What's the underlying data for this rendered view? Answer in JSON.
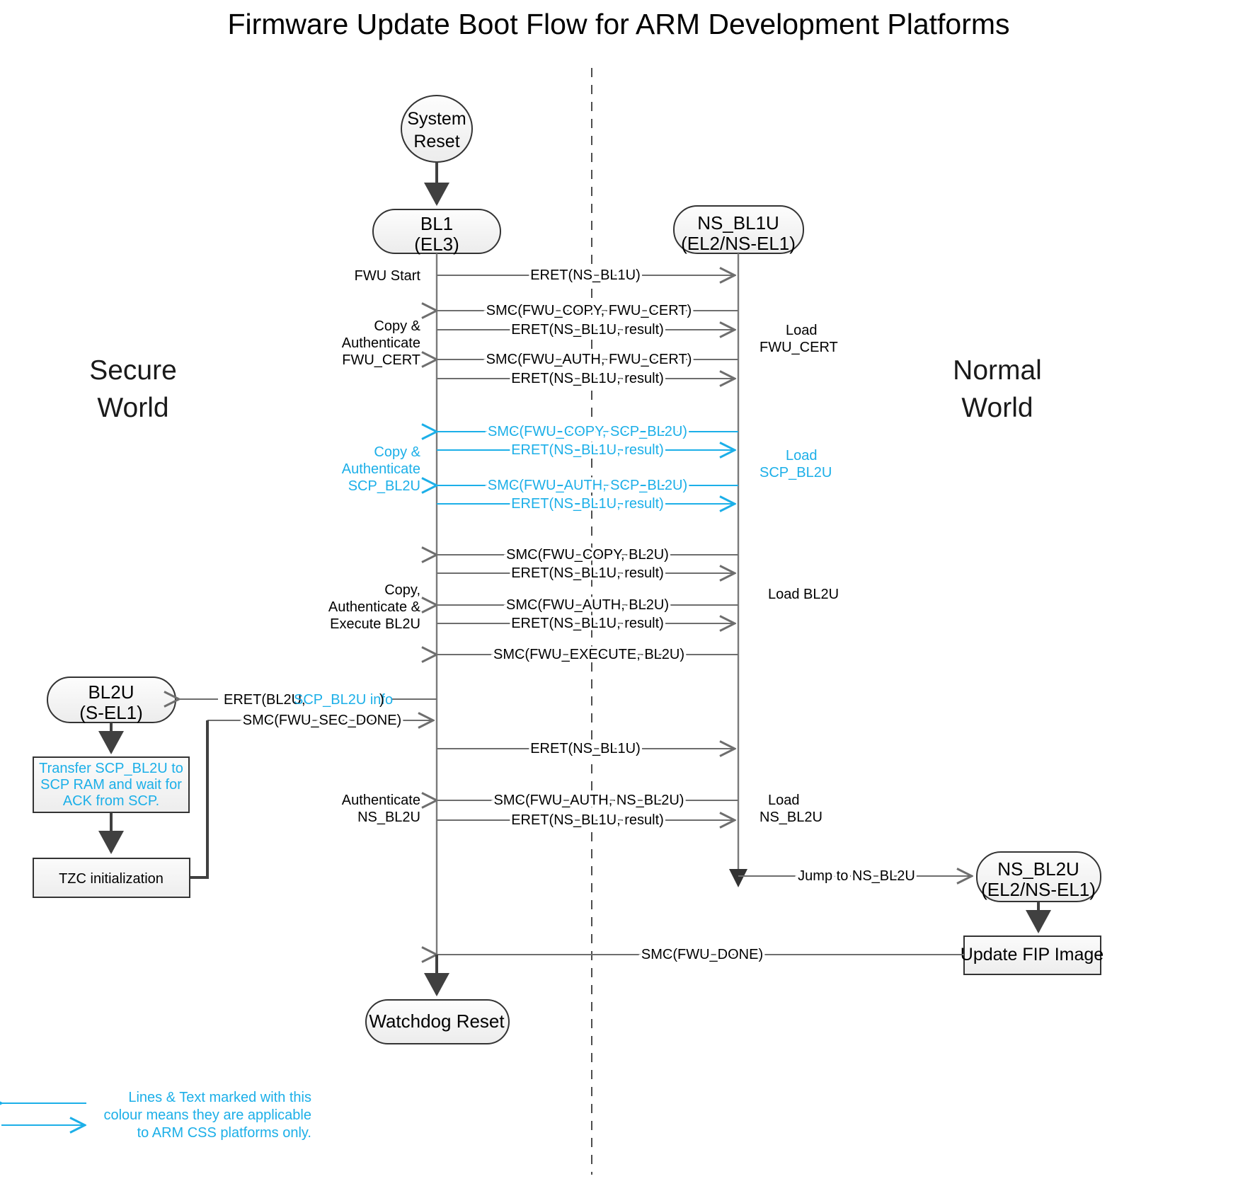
{
  "title": "Firmware Update Boot Flow for ARM Development Platforms",
  "worlds": {
    "secure": "Secure\nWorld",
    "secure_line1": "Secure",
    "secure_line2": "World",
    "normal_line1": "Normal",
    "normal_line2": "World"
  },
  "colors": {
    "accent_cyan": "#1CAFE8",
    "line_gray": "#6e6e6e",
    "flow_dark": "#404040",
    "node_fill": "#f4f4f4",
    "text_black": "#000000"
  },
  "nodes": {
    "system_reset": {
      "line1": "System",
      "line2": "Reset"
    },
    "bl1": {
      "line1": "BL1",
      "line2": "(EL3)"
    },
    "ns_bl1u": {
      "line1": "NS_BL1U",
      "line2": "(EL2/NS-EL1)"
    },
    "bl2u": {
      "line1": "BL2U",
      "line2": "(S-EL1)"
    },
    "ns_bl2u": {
      "line1": "NS_BL2U",
      "line2": "(EL2/NS-EL1)"
    },
    "watchdog_reset": {
      "label": "Watchdog Reset"
    },
    "transfer_box": {
      "line1": "Transfer SCP_BL2U to",
      "line2": "SCP RAM and wait for",
      "line3": "ACK from SCP."
    },
    "tzc_box": {
      "label": "TZC initialization"
    },
    "update_fip_box": {
      "label": "Update FIP Image"
    }
  },
  "messages": [
    {
      "id": "m1",
      "label": "ERET(NS_BL1U)",
      "dir": "right",
      "color": "black"
    },
    {
      "id": "m2",
      "label": "SMC(FWU_COPY, FWU_CERT)",
      "dir": "left",
      "color": "black"
    },
    {
      "id": "m3",
      "label": "ERET(NS_BL1U, result)",
      "dir": "right",
      "color": "black"
    },
    {
      "id": "m4",
      "label": "SMC(FWU_AUTH, FWU_CERT)",
      "dir": "left",
      "color": "black"
    },
    {
      "id": "m5",
      "label": "ERET(NS_BL1U, result)",
      "dir": "right",
      "color": "black"
    },
    {
      "id": "m6",
      "label": "SMC(FWU_COPY, SCP_BL2U)",
      "dir": "left",
      "color": "cyan"
    },
    {
      "id": "m7",
      "label": "ERET(NS_BL1U, result)",
      "dir": "right",
      "color": "cyan"
    },
    {
      "id": "m8",
      "label": "SMC(FWU_AUTH, SCP_BL2U)",
      "dir": "left",
      "color": "cyan"
    },
    {
      "id": "m9",
      "label": "ERET(NS_BL1U, result)",
      "dir": "right",
      "color": "cyan"
    },
    {
      "id": "m10",
      "label": "SMC(FWU_COPY, BL2U)",
      "dir": "left",
      "color": "black"
    },
    {
      "id": "m11",
      "label": "ERET(NS_BL1U, result)",
      "dir": "right",
      "color": "black"
    },
    {
      "id": "m12",
      "label": "SMC(FWU_AUTH, BL2U)",
      "dir": "left",
      "color": "black"
    },
    {
      "id": "m13",
      "label": "ERET(NS_BL1U, result)",
      "dir": "right",
      "color": "black"
    },
    {
      "id": "m14",
      "label": "SMC(FWU_EXECUTE, BL2U)",
      "dir": "left",
      "color": "black"
    },
    {
      "id": "m15",
      "label": "ERET(BL2U, ",
      "label_cyan": "SCP_BL2U info",
      "label_tail": ")",
      "dir": "left",
      "color": "mixed"
    },
    {
      "id": "m16",
      "label": "SMC(FWU_SEC_DONE)",
      "dir": "right",
      "color": "black"
    },
    {
      "id": "m17",
      "label": "ERET(NS_BL1U)",
      "dir": "right",
      "color": "black"
    },
    {
      "id": "m18",
      "label": "SMC(FWU_AUTH, NS_BL2U)",
      "dir": "left",
      "color": "black"
    },
    {
      "id": "m19",
      "label": "ERET(NS_BL1U, result)",
      "dir": "right",
      "color": "black"
    },
    {
      "id": "m20",
      "label": "Jump to NS_BL2U",
      "dir": "right",
      "color": "black"
    },
    {
      "id": "m21",
      "label": "SMC(FWU_DONE)",
      "dir": "left",
      "color": "black"
    }
  ],
  "left_labels": [
    {
      "id": "l1",
      "text": "FWU Start",
      "color": "black"
    },
    {
      "id": "l2a",
      "text": "Copy &",
      "color": "black"
    },
    {
      "id": "l2b",
      "text": "Authenticate",
      "color": "black"
    },
    {
      "id": "l2c",
      "text": "FWU_CERT",
      "color": "black"
    },
    {
      "id": "l3a",
      "text": "Copy &",
      "color": "cyan"
    },
    {
      "id": "l3b",
      "text": "Authenticate",
      "color": "cyan"
    },
    {
      "id": "l3c",
      "text": "SCP_BL2U",
      "color": "cyan"
    },
    {
      "id": "l4a",
      "text": "Copy,",
      "color": "black"
    },
    {
      "id": "l4b",
      "text": "Authenticate &",
      "color": "black"
    },
    {
      "id": "l4c",
      "text": "Execute BL2U",
      "color": "black"
    },
    {
      "id": "l5a",
      "text": "Authenticate",
      "color": "black"
    },
    {
      "id": "l5b",
      "text": "NS_BL2U",
      "color": "black"
    }
  ],
  "right_labels": [
    {
      "id": "r1a",
      "text": "Load",
      "color": "black"
    },
    {
      "id": "r1b",
      "text": "FWU_CERT",
      "color": "black"
    },
    {
      "id": "r2a",
      "text": "Load",
      "color": "cyan"
    },
    {
      "id": "r2b",
      "text": "SCP_BL2U",
      "color": "cyan"
    },
    {
      "id": "r3",
      "text": "Load BL2U",
      "color": "black"
    },
    {
      "id": "r4a",
      "text": "Load",
      "color": "black"
    },
    {
      "id": "r4b",
      "text": "NS_BL2U",
      "color": "black"
    }
  ],
  "legend": {
    "line1": "Lines & Text marked with this",
    "line2": "colour means they are applicable",
    "line3": "to ARM CSS platforms only."
  }
}
